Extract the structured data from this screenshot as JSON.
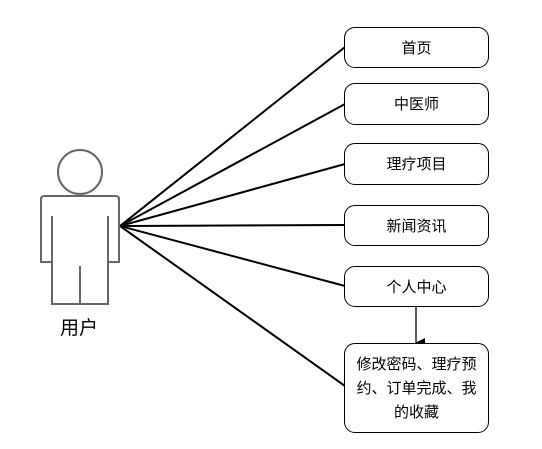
{
  "actor": {
    "label": "用户"
  },
  "use_cases": [
    {
      "label": "首页"
    },
    {
      "label": "中医师"
    },
    {
      "label": "理疗项目"
    },
    {
      "label": "新闻资讯"
    },
    {
      "label": "个人中心"
    },
    {
      "label": "修改密码、理疗预约、订单完成、我的收藏"
    }
  ],
  "colors": {
    "stroke": "#000000",
    "actor_stroke": "#666666",
    "background": "#ffffff"
  }
}
